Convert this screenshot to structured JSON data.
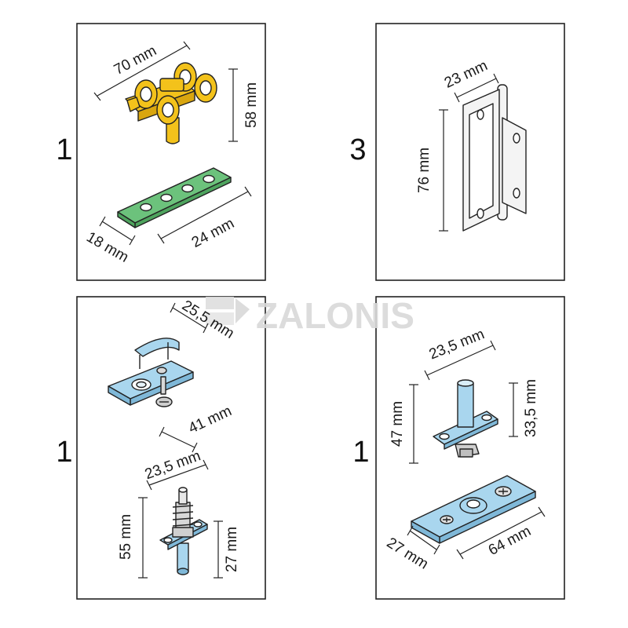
{
  "brand": {
    "name": "ZALONIS"
  },
  "colors": {
    "yellow": "#f3c21b",
    "green": "#6cc27c",
    "blue": "#a9d6ee",
    "steel": "#f4f4f4",
    "logo": "#dcdcdc"
  },
  "panels": [
    {
      "quantity": "1",
      "items": [
        {
          "icon": "roller-carriage-icon",
          "dims": [
            "70 mm",
            "58 mm"
          ]
        },
        {
          "icon": "mounting-plate-icon",
          "dims": [
            "18 mm",
            "24 mm"
          ]
        }
      ]
    },
    {
      "quantity": "3",
      "items": [
        {
          "icon": "hinge-icon",
          "dims": [
            "23 mm",
            "76 mm"
          ]
        }
      ]
    },
    {
      "quantity": "1",
      "items": [
        {
          "icon": "top-guide-clip-icon",
          "dims": [
            "25,5 mm",
            "41 mm"
          ]
        },
        {
          "icon": "spring-pivot-pin-icon",
          "dims": [
            "23,5 mm",
            "55 mm",
            "27 mm"
          ]
        }
      ]
    },
    {
      "quantity": "1",
      "items": [
        {
          "icon": "pivot-pin-icon",
          "dims": [
            "23,5 mm",
            "47 mm",
            "33,5 mm"
          ]
        },
        {
          "icon": "pivot-base-plate-icon",
          "dims": [
            "27 mm",
            "64 mm"
          ]
        }
      ]
    }
  ]
}
